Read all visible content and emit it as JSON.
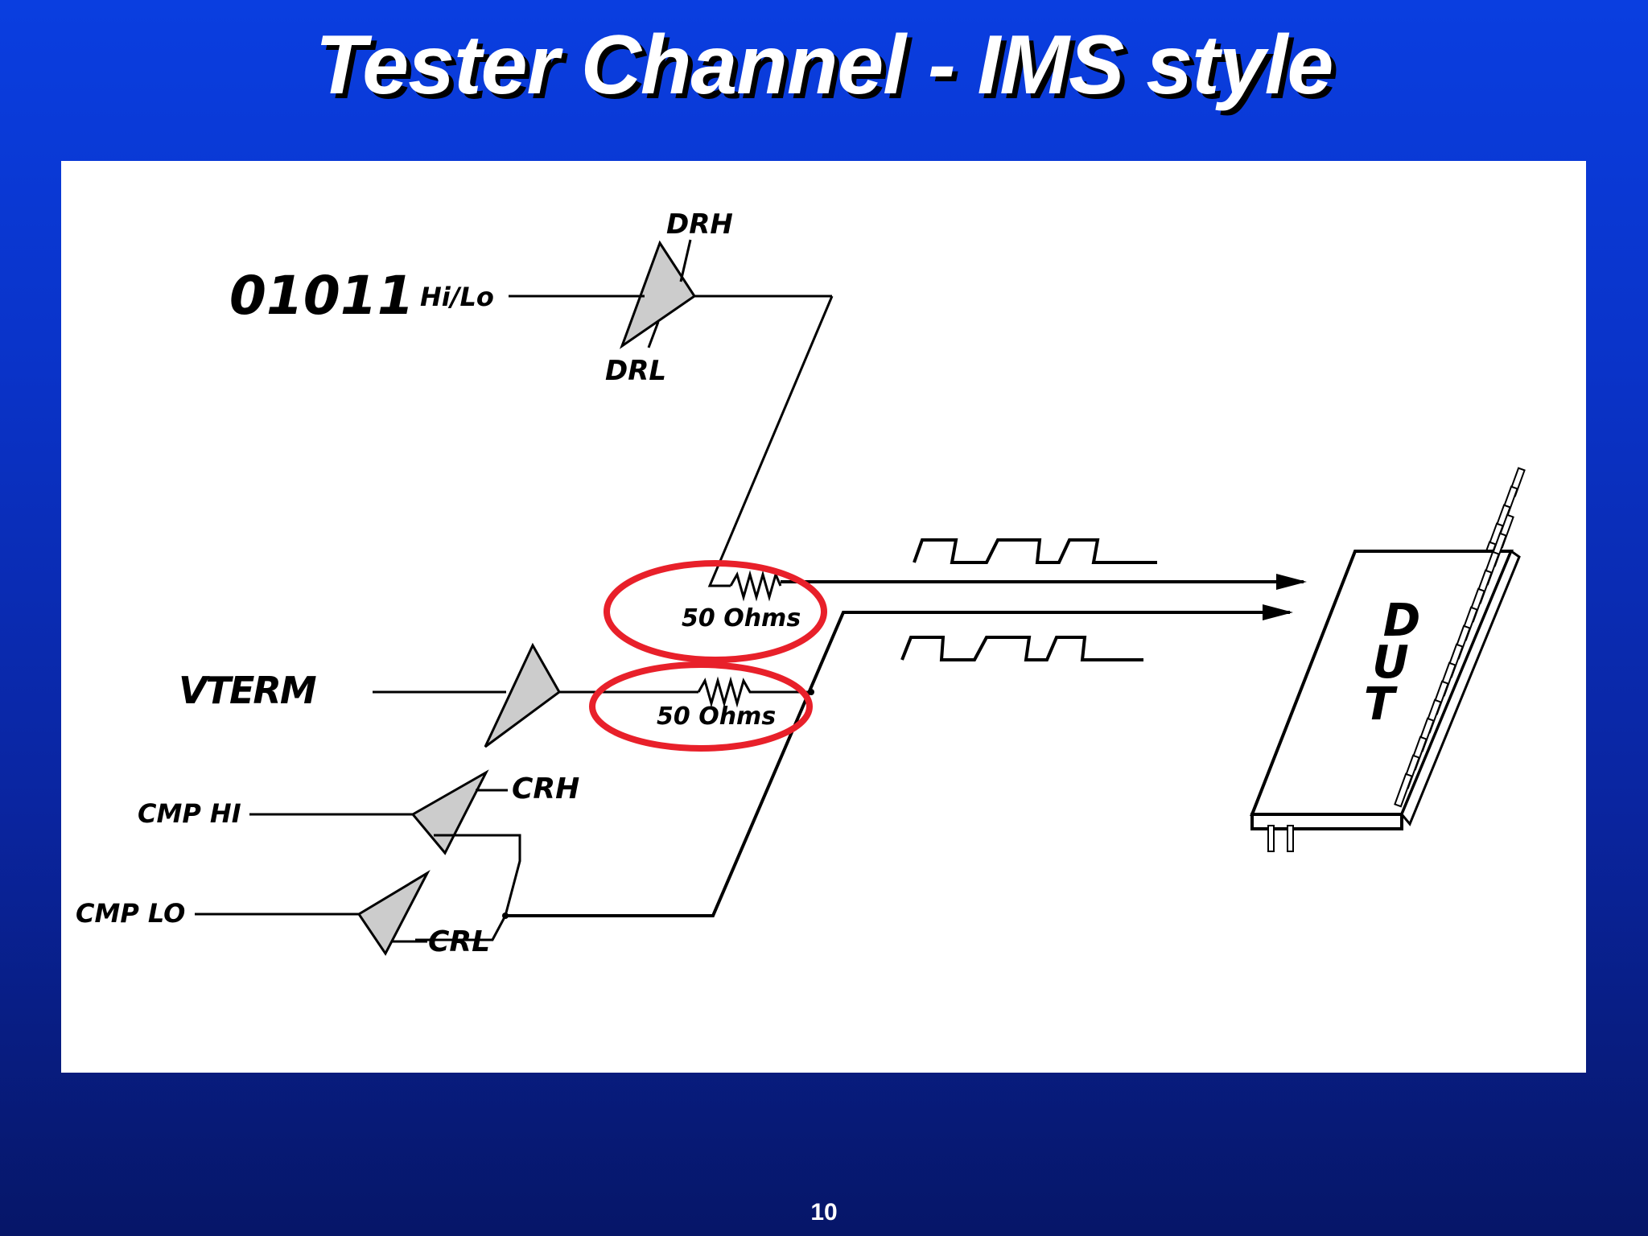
{
  "slide": {
    "title": "Tester Channel - IMS style",
    "page_number": "10"
  },
  "diagram": {
    "pattern_label": "01011",
    "driver_input_label": "Hi/Lo",
    "driver_high_label": "DRH",
    "driver_low_label": "DRL",
    "vterm_label": "VTERM",
    "resistor_driver_label": "50 Ohms",
    "resistor_vterm_label": "50 Ohms",
    "comparator_high_input_label": "CMP HI",
    "comparator_low_input_label": "CMP LO",
    "comparator_high_ref_label": "CRH",
    "comparator_low_ref_label": "CRL",
    "dut_label": "DUT",
    "colors": {
      "highlight_ellipse": "#e8202a",
      "amplifier_fill": "#cccccc"
    }
  }
}
